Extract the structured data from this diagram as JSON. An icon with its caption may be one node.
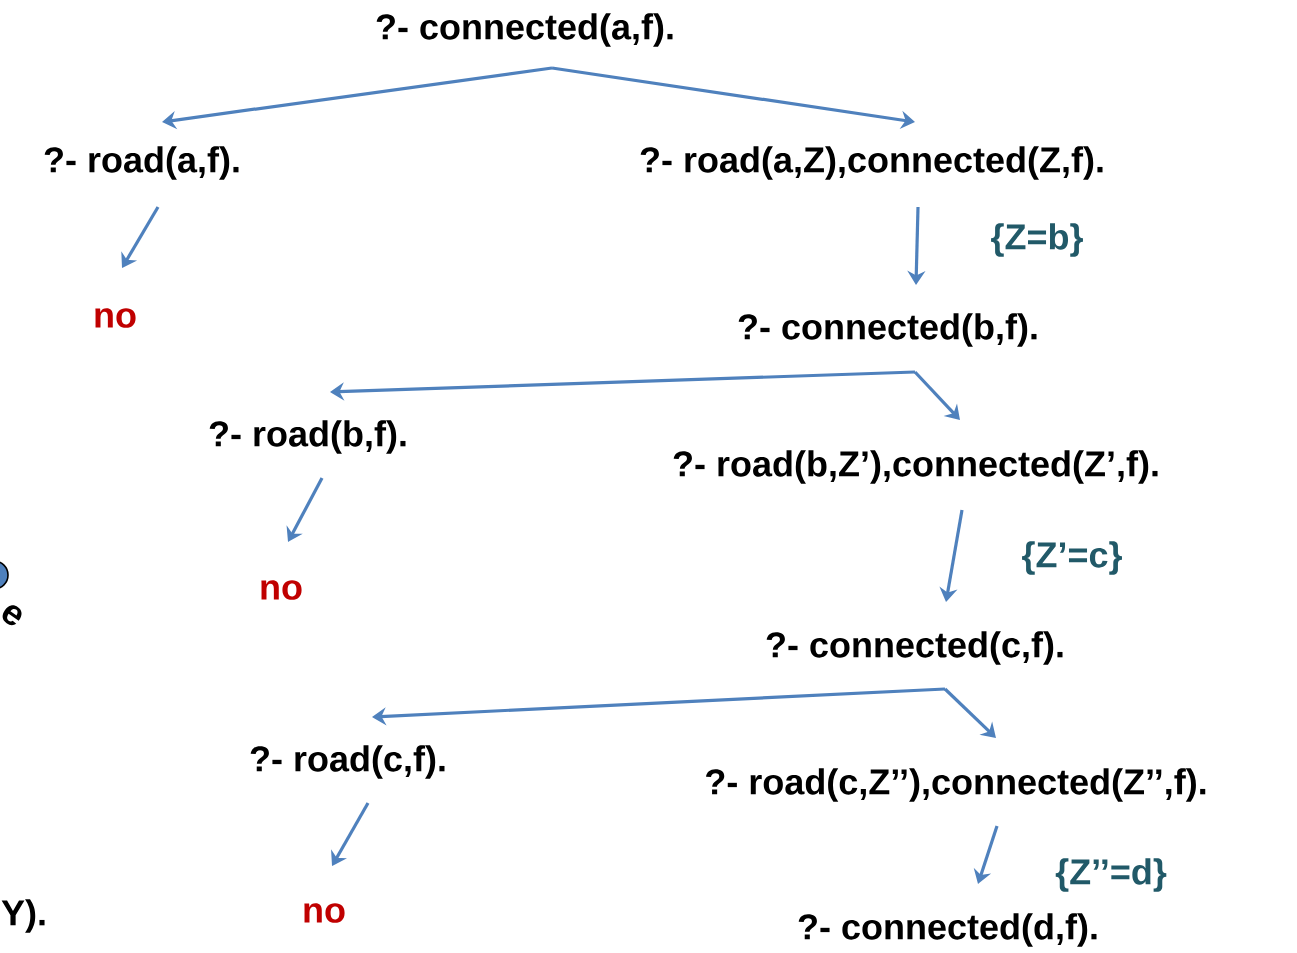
{
  "diagram": {
    "nodes": [
      {
        "text": [
          "?- connected(a,f)."
        ]
      },
      {
        "text": [
          "?- road(a,f)."
        ]
      },
      {
        "text": [
          "?- road(a,Z),connected(Z,f)."
        ]
      },
      {
        "text": [
          "no"
        ]
      },
      {
        "text": [
          "?- connected(b,f)."
        ]
      },
      {
        "text": [
          "?- road(b,f)."
        ]
      },
      {
        "text": [
          "?- road(b,Z’),connected(Z’,f)."
        ]
      },
      {
        "text": [
          "no"
        ]
      },
      {
        "text": [
          "?- connected(c,f)."
        ]
      },
      {
        "text": [
          "?- road(c,f)."
        ]
      },
      {
        "text": [
          "?- road(c,Z’’),connected(Z’’,f)."
        ]
      },
      {
        "text": [
          "no"
        ]
      },
      {
        "text": [
          "?- connected(d,f)."
        ]
      }
    ],
    "edges": [
      {
        "from": 0,
        "to": 1,
        "arrow": "to"
      },
      {
        "from": 0,
        "to": 2,
        "arrow": "to"
      },
      {
        "from": 1,
        "to": 3,
        "arrow": "to"
      },
      {
        "from": 2,
        "to": 4,
        "arrow": "to",
        "label": "{Z=b}"
      },
      {
        "from": 4,
        "to": 5,
        "arrow": "to"
      },
      {
        "from": 4,
        "to": 6,
        "arrow": "to"
      },
      {
        "from": 5,
        "to": 7,
        "arrow": "to"
      },
      {
        "from": 6,
        "to": 8,
        "arrow": "to",
        "label": "{Z’=c}"
      },
      {
        "from": 8,
        "to": 9,
        "arrow": "to"
      },
      {
        "from": 8,
        "to": 10,
        "arrow": "to"
      },
      {
        "from": 9,
        "to": 11,
        "arrow": "to"
      },
      {
        "from": 10,
        "to": 12,
        "arrow": "to",
        "label": "{Z’’=d}"
      }
    ],
    "labels": [
      "e",
      "Y)."
    ]
  }
}
